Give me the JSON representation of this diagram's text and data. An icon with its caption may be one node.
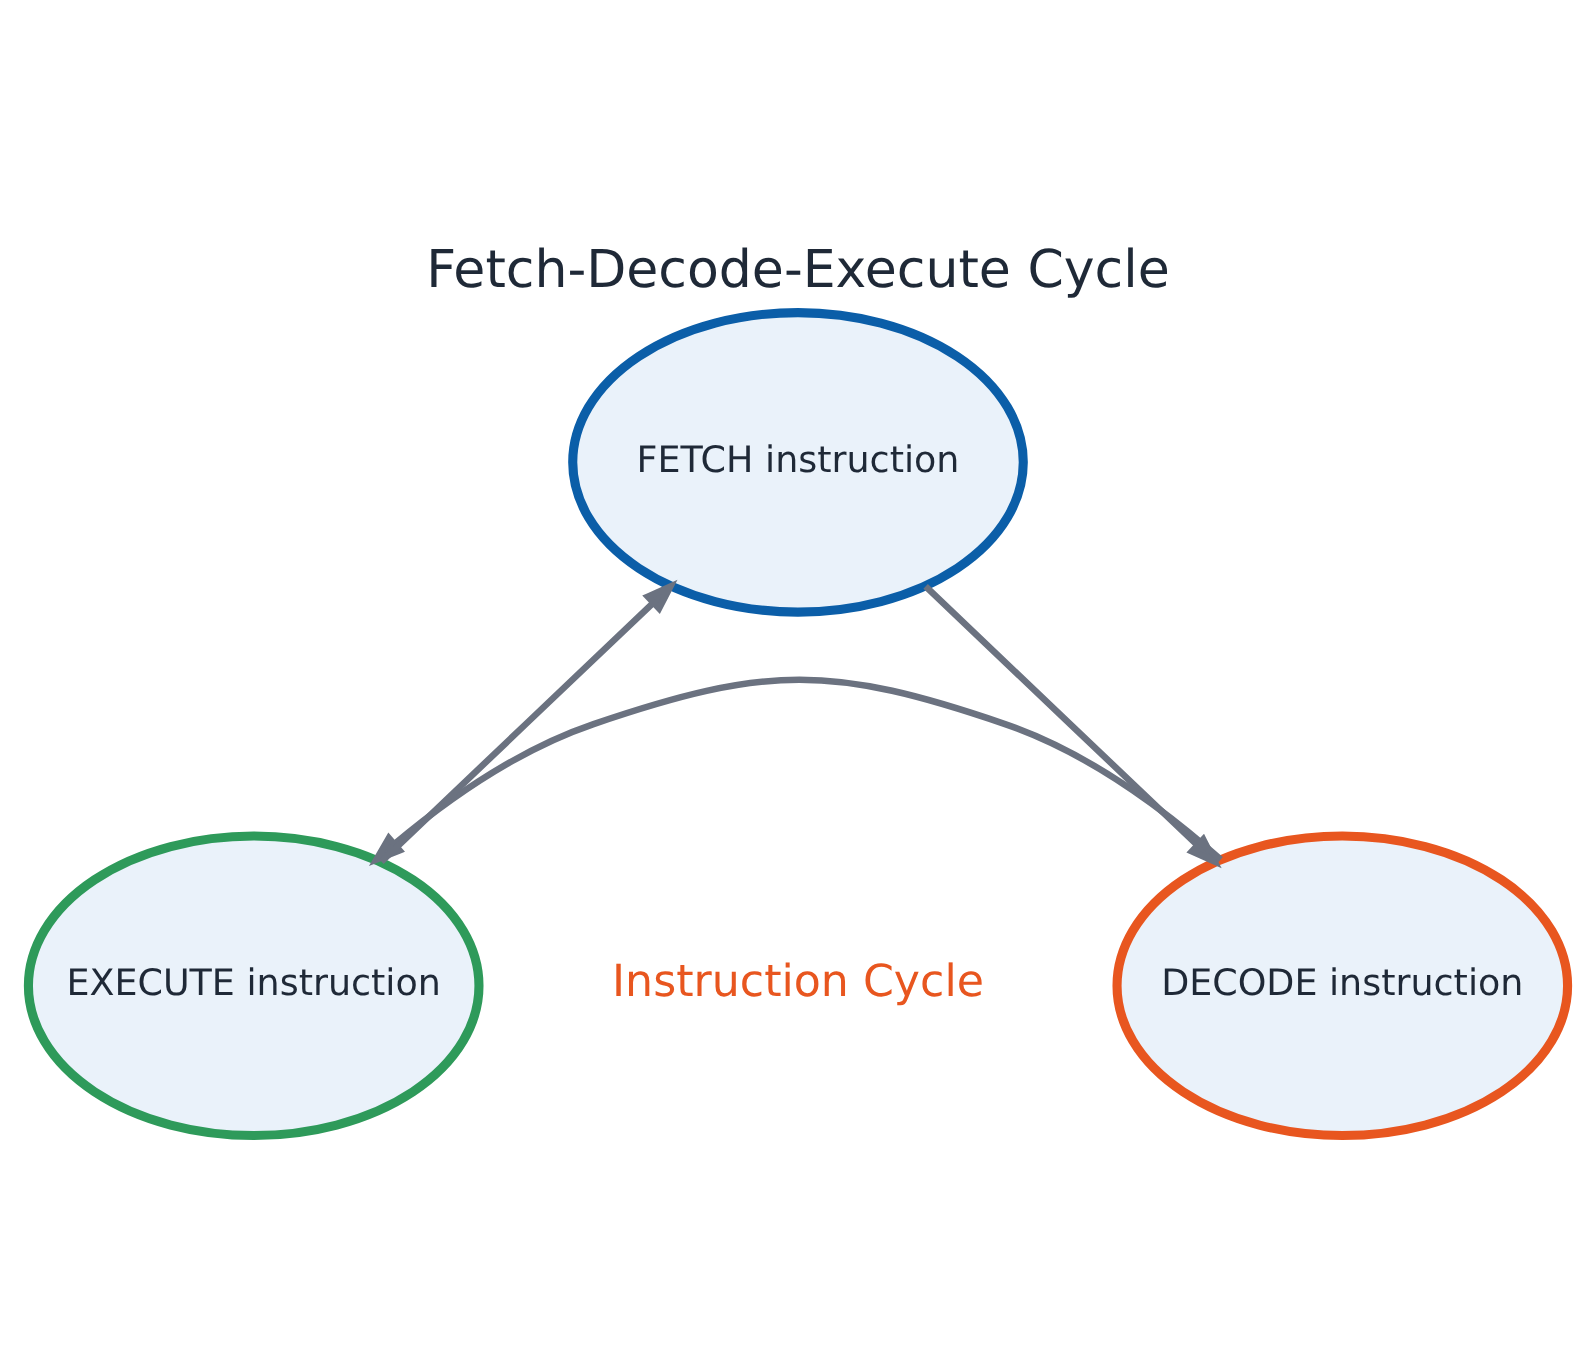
{
  "diagram": {
    "title": "Fetch-Decode-Execute Cycle",
    "nodes": [
      {
        "text": [
          "FETCH instruction"
        ]
      },
      {
        "text": [
          "DECODE instruction"
        ]
      },
      {
        "text": [
          "EXECUTE instruction"
        ]
      }
    ],
    "edges": [
      {
        "from": 0,
        "to": 1,
        "arrow": "to"
      },
      {
        "from": 1,
        "to": 2,
        "arrow": "to"
      },
      {
        "from": 2,
        "to": 0,
        "arrow": "to"
      }
    ],
    "labels": [
      "Instruction Cycle"
    ]
  }
}
